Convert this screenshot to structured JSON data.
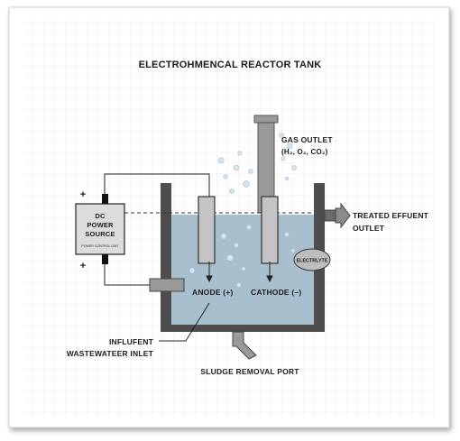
{
  "title": "ELECTROHMENCAL REACTOR TANK",
  "labels": {
    "gas_outlet_line1": "GAS OUTLET",
    "gas_outlet_line2": "(H₂, O₂, CO₂)",
    "treated_effluent_line1": "TREATED EFFUENT",
    "treated_effluent_line2": "OUTLET",
    "power_line1": "DC",
    "power_line2": "POWER",
    "power_line3": "SOURCE",
    "power_sub": "POWER CONTROL UNIT",
    "plus_top": "+",
    "plus_bottom": "+",
    "electrolyte": "ELECTRLYTE",
    "anode": "ANODE (+)",
    "cathode": "CATHODE (–)",
    "influent_line1": "INFLUFENT",
    "influent_line2": "WASTEWATEER INLET",
    "sludge": "SLUDGE REMOVAL PORT"
  },
  "icons": {
    "bubbles": "gas-bubbles-icon",
    "arrow": "outlet-arrow-icon"
  },
  "colors": {
    "liquid": "#a8bfcd",
    "tank_wall": "#4d4d4d",
    "plate": "#c4c4c4",
    "pipe": "#9a9a9a",
    "grid": "#e6e6e6",
    "frame": "#d0d0d0"
  }
}
